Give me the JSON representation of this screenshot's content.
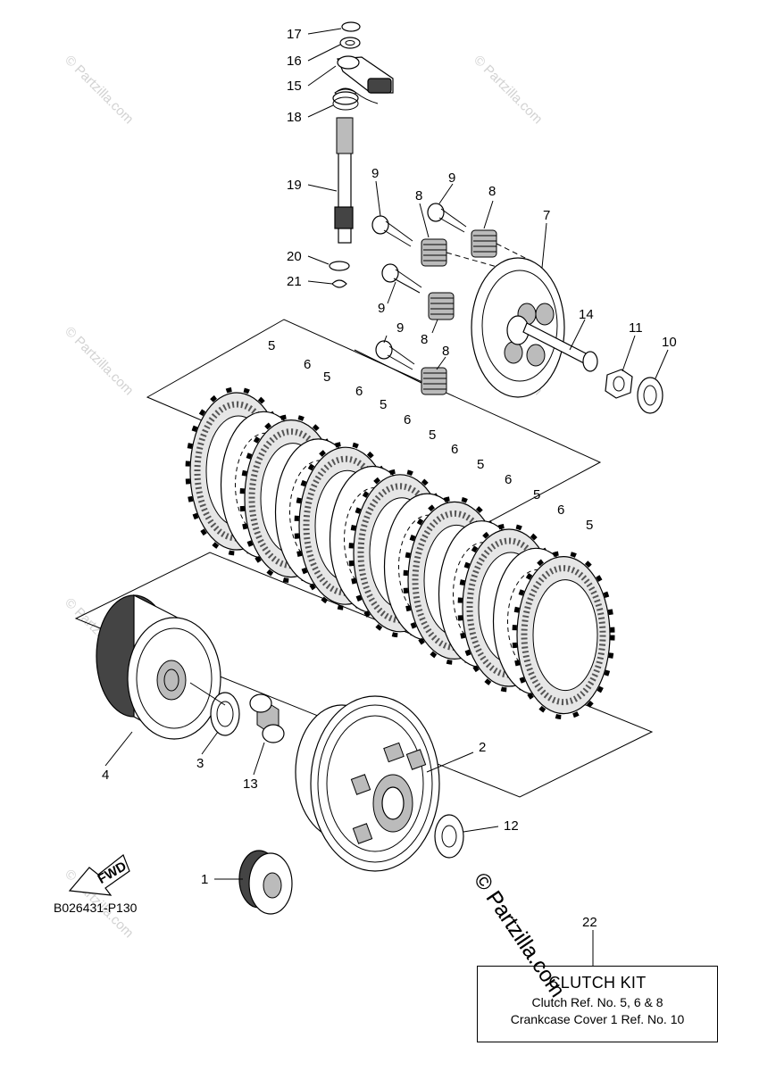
{
  "diagram": {
    "callouts": [
      {
        "id": "17",
        "label": "17"
      },
      {
        "id": "16",
        "label": "16"
      },
      {
        "id": "15",
        "label": "15"
      },
      {
        "id": "18",
        "label": "18"
      },
      {
        "id": "19",
        "label": "19"
      },
      {
        "id": "20",
        "label": "20"
      },
      {
        "id": "21",
        "label": "21"
      },
      {
        "id": "9a",
        "label": "9"
      },
      {
        "id": "9b",
        "label": "9"
      },
      {
        "id": "9c",
        "label": "9"
      },
      {
        "id": "9d",
        "label": "9"
      },
      {
        "id": "8a",
        "label": "8"
      },
      {
        "id": "8b",
        "label": "8"
      },
      {
        "id": "8c",
        "label": "8"
      },
      {
        "id": "8d",
        "label": "8"
      },
      {
        "id": "7",
        "label": "7"
      },
      {
        "id": "14",
        "label": "14"
      },
      {
        "id": "11",
        "label": "11"
      },
      {
        "id": "10",
        "label": "10"
      },
      {
        "id": "5a",
        "label": "5"
      },
      {
        "id": "6a",
        "label": "6"
      },
      {
        "id": "5b",
        "label": "5"
      },
      {
        "id": "6b",
        "label": "6"
      },
      {
        "id": "5c",
        "label": "5"
      },
      {
        "id": "6c",
        "label": "6"
      },
      {
        "id": "5d",
        "label": "5"
      },
      {
        "id": "6d",
        "label": "6"
      },
      {
        "id": "5e",
        "label": "5"
      },
      {
        "id": "6e",
        "label": "6"
      },
      {
        "id": "5f",
        "label": "5"
      },
      {
        "id": "6f",
        "label": "6"
      },
      {
        "id": "5g",
        "label": "5"
      },
      {
        "id": "4",
        "label": "4"
      },
      {
        "id": "3",
        "label": "3"
      },
      {
        "id": "13",
        "label": "13"
      },
      {
        "id": "2",
        "label": "2"
      },
      {
        "id": "12",
        "label": "12"
      },
      {
        "id": "1",
        "label": "1"
      },
      {
        "id": "22",
        "label": "22"
      }
    ],
    "fwd_label": "FWD",
    "reference_code": "B026431-P130",
    "watermark_text": "© Partzilla.com"
  },
  "kit": {
    "title": "CLUTCH KIT",
    "line1": "Clutch Ref. No. 5, 6 & 8",
    "line2": "Crankcase Cover 1 Ref. No. 10"
  }
}
